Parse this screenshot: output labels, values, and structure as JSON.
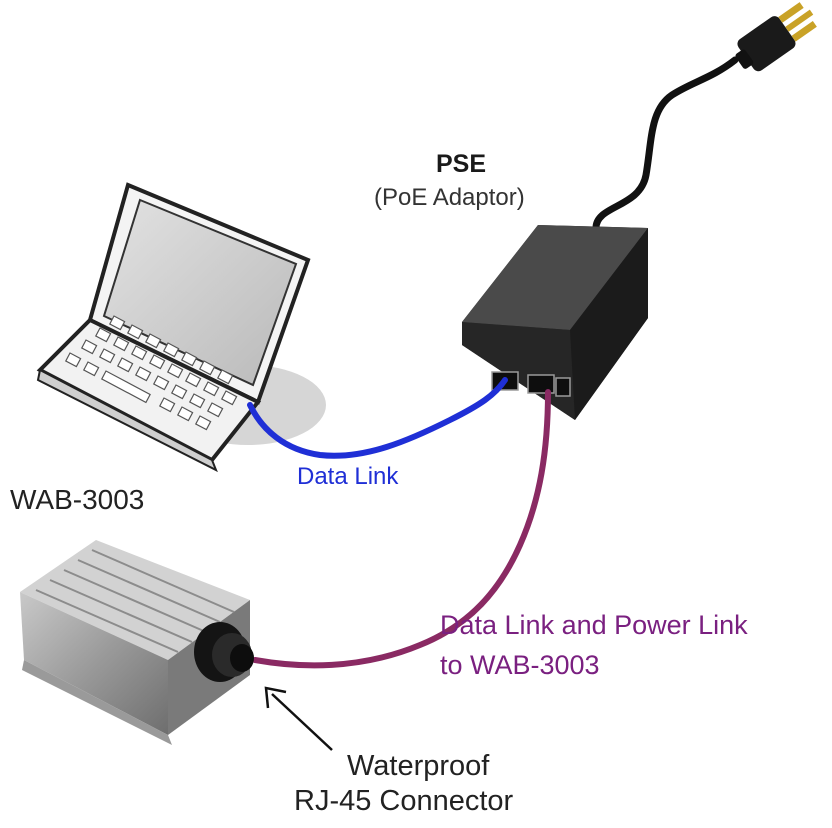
{
  "labels": {
    "pse_title": "PSE",
    "pse_subtitle": "(PoE Adaptor)",
    "device_name": "WAB-3003",
    "data_link": "Data Link",
    "data_power_link_line1": "Data Link and Power Link",
    "data_power_link_line2": "to WAB-3003",
    "connector_line1": "Waterproof",
    "connector_line2": "RJ-45 Connector"
  },
  "colors": {
    "data_link_cable": "#1f2fd6",
    "power_link_cable": "#8a2a63",
    "data_link_text": "#1f2fd6",
    "power_link_text": "#7a2080",
    "adaptor_body": "#2b2b2b",
    "laptop_body": "#f2f2f2"
  }
}
